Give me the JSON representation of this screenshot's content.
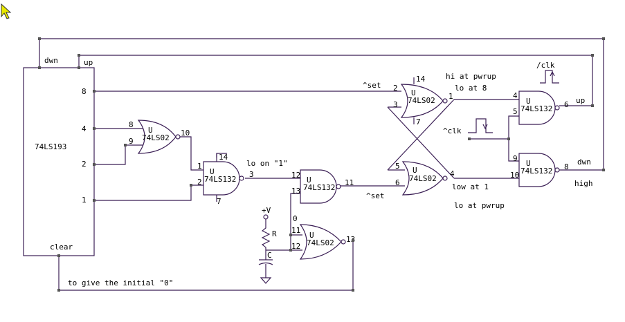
{
  "colors": {
    "wire": "#3b1f55",
    "background": "#ffffff",
    "text": "#000000",
    "cursor": "#e8e800"
  },
  "icons": {
    "cursor": "mouse-pointer-icon"
  },
  "counter": {
    "name": "74LS193",
    "pin_dwn": "dwn",
    "pin_up": "up",
    "pin_8": "8",
    "pin_4": "4",
    "pin_2": "2",
    "pin_1": "1",
    "pin_clear": "clear"
  },
  "gates": {
    "nor1": {
      "ref": "U",
      "part": "74LS02",
      "in_a": "8",
      "in_b": "9",
      "out": "10"
    },
    "nand1": {
      "ref": "U",
      "part": "74LS132",
      "in_a": "1",
      "in_b": "2",
      "out": "3",
      "vcc": "14",
      "gnd": "7"
    },
    "nand2": {
      "ref": "U",
      "part": "74LS132",
      "in_a": "12",
      "in_b": "13",
      "out": "11"
    },
    "nor2": {
      "ref": "U",
      "part": "74LS02",
      "in_a": "11",
      "in_b": "12",
      "out": "13"
    },
    "nor3": {
      "ref": "U",
      "part": "74LS02",
      "in_a": "2",
      "in_b": "3",
      "out": "1",
      "vcc": "14",
      "gnd": "7"
    },
    "nor4": {
      "ref": "U",
      "part": "74LS02",
      "in_a": "5",
      "in_b": "6",
      "out": "4"
    },
    "nand3": {
      "ref": "U",
      "part": "74LS132",
      "in_a": "4",
      "in_b": "5",
      "out": "6"
    },
    "nand4": {
      "ref": "U",
      "part": "74LS132",
      "in_a": "9",
      "in_b": "10",
      "out": "8"
    }
  },
  "components": {
    "vcc": "+V",
    "resistor": "R",
    "capacitor": "C",
    "zero": "0"
  },
  "labels": {
    "set_top": "^set",
    "set_mid": "^set",
    "lo_on_1": "lo on \"1\"",
    "hi_at_pwrup": "hi at pwrup",
    "lo_at_8": "lo at 8",
    "low_at_1": "low at 1",
    "lo_at_pwrup": "lo at pwrup",
    "clk": "^clk",
    "nclk": "/clk",
    "out_up": "up",
    "out_dwn": "dwn",
    "high": "high",
    "initial": "to give the initial \"0\""
  }
}
